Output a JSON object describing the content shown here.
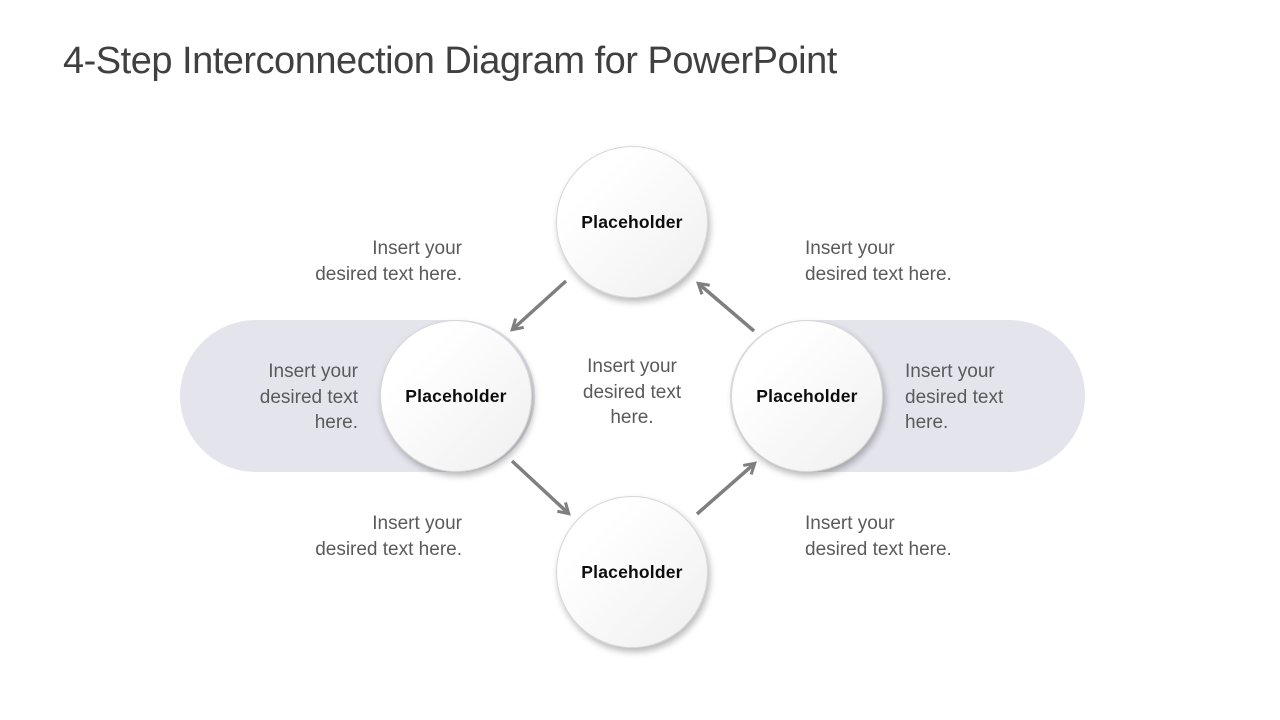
{
  "title": "4-Step Interconnection Diagram for PowerPoint",
  "colors": {
    "background": "#ffffff",
    "title_text": "#404040",
    "label_text": "#5a5a5a",
    "pill_fill": "#e4e4ed",
    "circle_border": "#d6d6d6",
    "circle_text": "#0d0d0d",
    "arrow": "#7f7f7f"
  },
  "nodes": [
    {
      "position": "top",
      "label": "Placeholder"
    },
    {
      "position": "left",
      "label": "Placeholder"
    },
    {
      "position": "bottom",
      "label": "Placeholder"
    },
    {
      "position": "right",
      "label": "Placeholder"
    }
  ],
  "flow": {
    "direction": "counter-clockwise",
    "edges": [
      {
        "from": "top",
        "to": "left"
      },
      {
        "from": "left",
        "to": "bottom"
      },
      {
        "from": "bottom",
        "to": "right"
      },
      {
        "from": "right",
        "to": "top"
      }
    ]
  },
  "labels": {
    "top_left": {
      "lines": [
        "Insert your",
        "desired text here."
      ]
    },
    "top_right": {
      "lines": [
        "Insert your",
        "desired text here."
      ]
    },
    "bottom_left": {
      "lines": [
        "Insert your",
        "desired text here."
      ]
    },
    "bottom_right": {
      "lines": [
        "Insert your",
        "desired text here."
      ]
    },
    "left_pill": {
      "lines": [
        "Insert your",
        "desired text",
        "here."
      ]
    },
    "right_pill": {
      "lines": [
        "Insert your",
        "desired text",
        "here."
      ]
    },
    "center": {
      "lines": [
        "Insert your",
        "desired text",
        "here."
      ]
    }
  }
}
